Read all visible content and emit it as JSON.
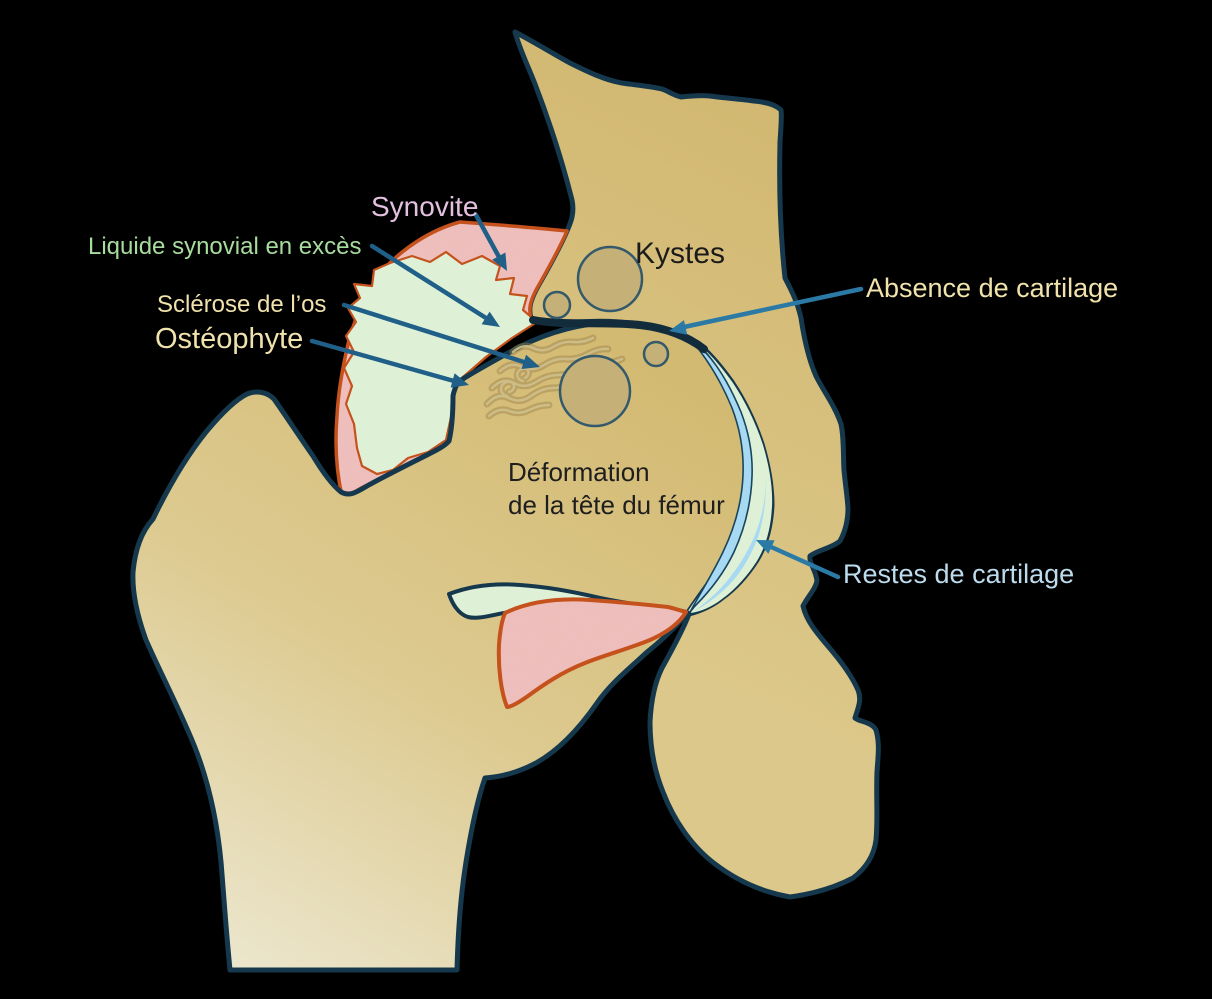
{
  "diagram": {
    "title_context": "Arthrose de la hanche - coupe articulaire",
    "background": "#000000",
    "labels": {
      "synovite": {
        "text": "Synovite",
        "color": "#e3c0e0"
      },
      "liquide_synovial": {
        "text": "Liquide synovial en excès",
        "color": "#a7dc9e"
      },
      "sclerose": {
        "text": "Sclérose de l’os",
        "color": "#f0e2ac"
      },
      "osteophyte": {
        "text": "Ostéophyte",
        "color": "#f0e2ac"
      },
      "kystes": {
        "text": "Kystes",
        "color": "#1b1b1b"
      },
      "absence_cartilage": {
        "text": "Absence de cartilage",
        "color": "#f0e3ab"
      },
      "deformation_line1": {
        "text": "Déformation",
        "color": "#1e1e1e"
      },
      "deformation_line2": {
        "text": "de la tête du fémur",
        "color": "#1e1e1e"
      },
      "restes_cartilage": {
        "text": "Restes de cartilage",
        "color": "#bcdcee"
      }
    },
    "colors": {
      "bone_fill": "#d7c07d",
      "bone_outline": "#15384c",
      "synovium_pink": "#efbdba",
      "synovium_outline": "#c5521c",
      "synovial_fluid_green": "#def0d6",
      "cartilage_blue": "#a8d9f2",
      "cyst_fill": "#c5b077",
      "cyst_outline": "#33596b",
      "sclerosis_dark": "#9c8147",
      "sclerosis_light": "#cfc08c",
      "arrow_dark": "#1f5f88",
      "arrow_light": "#2b7aa6"
    }
  }
}
